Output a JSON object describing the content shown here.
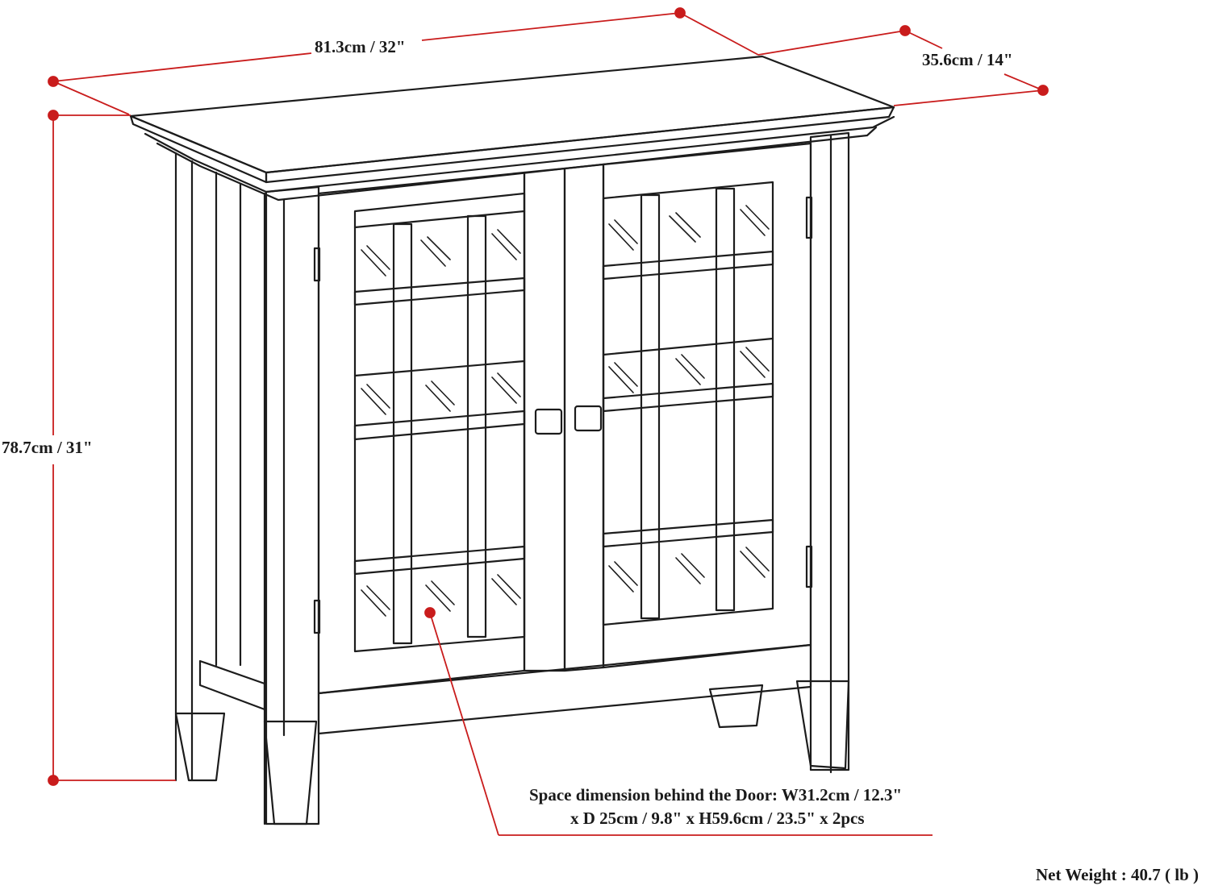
{
  "colors": {
    "dimension_line": "#c91c1c",
    "outline": "#1c1c1c",
    "background": "#ffffff"
  },
  "dimensions": {
    "width_label": "81.3cm / 32\"",
    "depth_label": "35.6cm / 14\"",
    "height_label": "78.7cm / 31\""
  },
  "note": {
    "space_line_1": "Space dimension behind the Door: W31.2cm / 12.3\"",
    "space_line_2": "x D 25cm / 9.8\" x H59.6cm / 23.5\" x 2pcs"
  },
  "footer": {
    "net_weight": "Net Weight : 40.7 ( lb )"
  }
}
